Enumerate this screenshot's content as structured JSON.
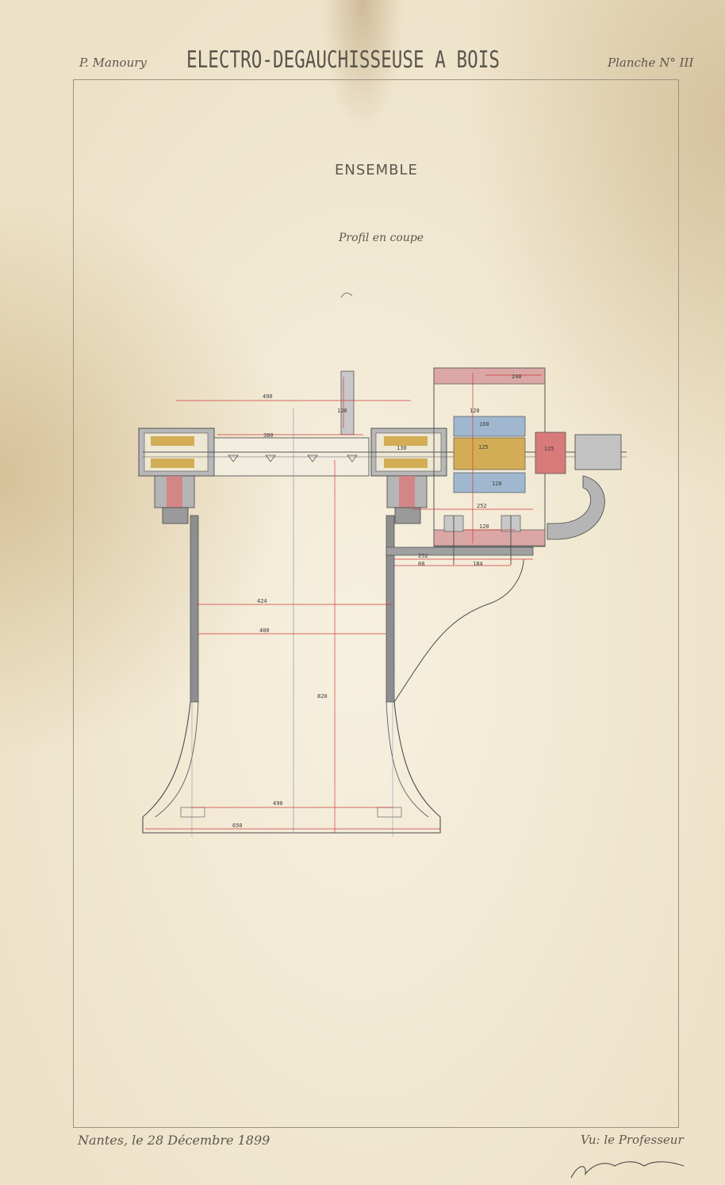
{
  "header": {
    "author": "P. Manoury",
    "title": "ELECTRO-DEGAUCHISSEUSE A BOIS",
    "plate": "Planche N° III"
  },
  "drawing": {
    "section_title": "ENSEMBLE",
    "view_label": "Profil en coupe",
    "dimensions": [
      "490",
      "120",
      "240",
      "380",
      "120",
      "160",
      "125",
      "120",
      "130",
      "125",
      "252",
      "120",
      "252",
      "88",
      "184",
      "424",
      "400",
      "820",
      "490",
      "650"
    ]
  },
  "footer": {
    "place_date": "Nantes, le 28 Décembre 1899",
    "approval": "Vu: le Professeur"
  },
  "colors": {
    "paper": "#efe7d2",
    "ink": "#5d564c",
    "dimension_red": "#d23a3a",
    "bronze": "#d3ad55",
    "copper_red": "#d97a7a",
    "winding_blue": "#9fb8cf",
    "section_grey": "#8e8e8e"
  }
}
